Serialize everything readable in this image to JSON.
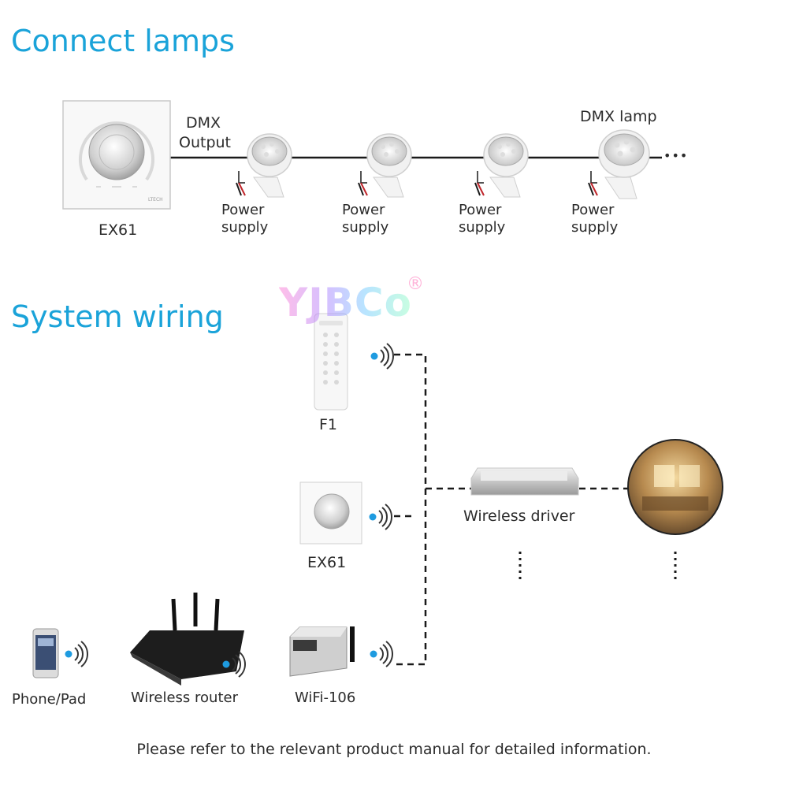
{
  "sections": {
    "connect_title": "Connect lamps",
    "system_title": "System wiring"
  },
  "connect": {
    "device_label": "EX61",
    "dmx_output_line1": "DMX",
    "dmx_output_line2": "Output",
    "dmx_lamp_label": "DMX lamp",
    "more_label": "•••",
    "power_supply_line1": "Power",
    "power_supply_line2": "supply",
    "panel_brand": "LTECH"
  },
  "system": {
    "brand": "YJBCo",
    "brand_mark": "®",
    "f1_label": "F1",
    "ex61_label": "EX61",
    "wireless_driver_label": "Wireless driver",
    "phone_label": "Phone/Pad",
    "router_label": "Wireless router",
    "wifi_label": "WiFi-106"
  },
  "footer": "Please refer to the relevant product manual for detailed information.",
  "colors": {
    "accent": "#1aa3d9",
    "wire": "#1a1a1a",
    "signal_dot": "#1e9be0",
    "text": "#2b2b2b"
  }
}
